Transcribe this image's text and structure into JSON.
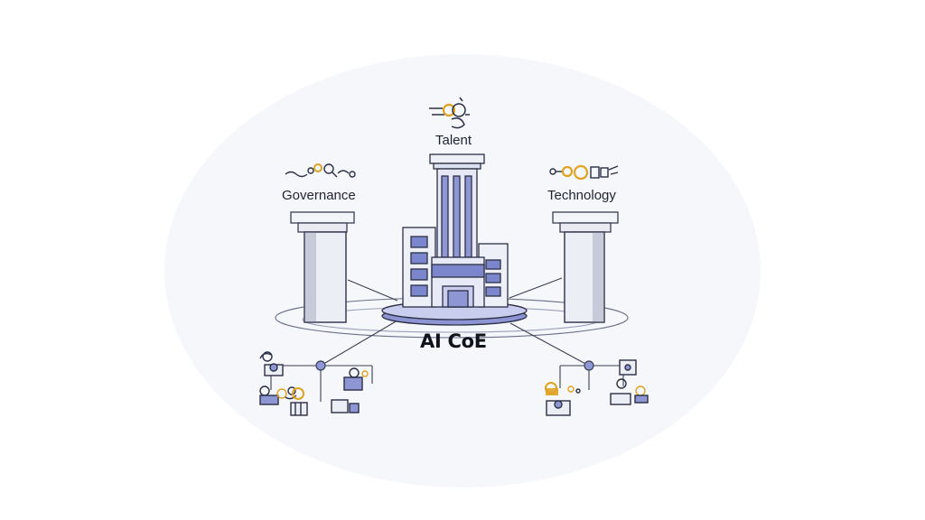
{
  "center": {
    "label": "AI CoE"
  },
  "pillars": [
    {
      "label": "Talent"
    },
    {
      "label": "Governance"
    },
    {
      "label": "Technology"
    }
  ],
  "colors": {
    "ink": "#2b2f45",
    "accent_blue": "#6e79c2",
    "light_blue": "#c9cdee",
    "pillar_gray": "#e9eaf2",
    "accent_orange": "#e0a221"
  },
  "icons": {
    "talent": "people-gear-icon",
    "governance": "magnifier-network-icon",
    "technology": "circuit-gear-icon",
    "team_left": "team-people-icon",
    "team_right": "team-people-icon"
  }
}
